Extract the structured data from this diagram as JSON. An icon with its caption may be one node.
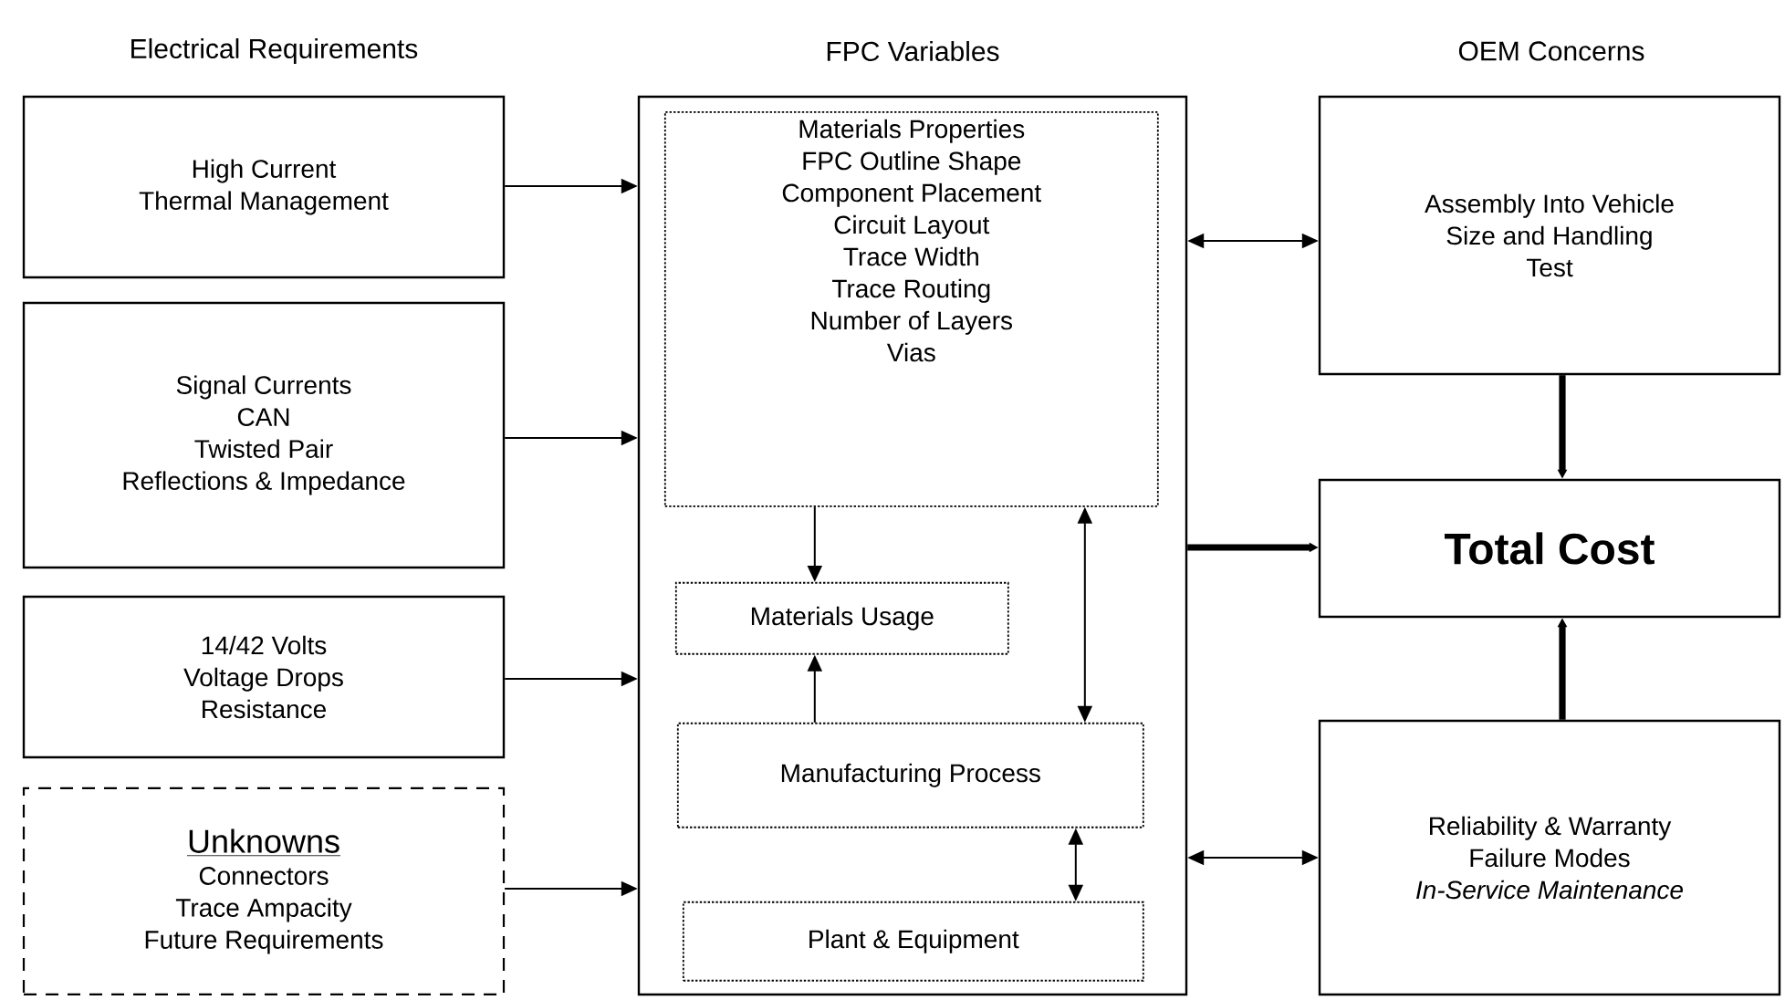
{
  "diagram": {
    "nodes": [
      {
        "text": [
          "High Current",
          "Thermal Management"
        ]
      },
      {
        "text": [
          "Signal Currents",
          "CAN",
          "Twisted Pair",
          "Reflections & Impedance"
        ]
      },
      {
        "text": [
          "14/42 Volts",
          "Voltage Drops",
          "Resistance"
        ]
      },
      {
        "text": [
          "Unknowns",
          "Connectors",
          "Trace Ampacity",
          "Future Requirements"
        ]
      },
      {
        "text": [],
        "shape": "box"
      },
      {
        "text": [
          "Materials Properties",
          "FPC Outline Shape",
          "Component Placement",
          "Circuit Layout",
          "Trace Width",
          "Trace Routing",
          "Number of Layers",
          "Vias"
        ],
        "in": 4
      },
      {
        "text": [
          "Materials Usage"
        ],
        "in": 4
      },
      {
        "text": [
          "Manufacturing Process"
        ],
        "in": 4
      },
      {
        "text": [
          "Plant & Equipment"
        ],
        "in": 4
      },
      {
        "text": [
          "Assembly Into Vehicle",
          "Size and Handling",
          "Test"
        ]
      },
      {
        "text": [
          "Total Cost"
        ]
      },
      {
        "text": [
          "Reliability & Warranty",
          "Failure Modes",
          "In-Service Maintenance"
        ]
      }
    ],
    "edges": [
      {
        "from": 0,
        "to": 4,
        "arrow": "to"
      },
      {
        "from": 1,
        "to": 4,
        "arrow": "to"
      },
      {
        "from": 2,
        "to": 4,
        "arrow": "to"
      },
      {
        "from": 3,
        "to": 4,
        "arrow": "to"
      },
      {
        "from": 5,
        "to": 6,
        "arrow": "to"
      },
      {
        "from": 7,
        "to": 6,
        "arrow": "to"
      },
      {
        "from": 5,
        "to": 7,
        "arrow": "both"
      },
      {
        "from": 7,
        "to": 8,
        "arrow": "both"
      },
      {
        "from": 4,
        "to": 9,
        "arrow": "both"
      },
      {
        "from": 4,
        "to": 10,
        "arrow": "to",
        "style": "thick"
      },
      {
        "from": 9,
        "to": 10,
        "arrow": "to",
        "style": "thick"
      },
      {
        "from": 11,
        "to": 10,
        "arrow": "to",
        "style": "thick"
      },
      {
        "from": 4,
        "to": 11,
        "arrow": "both"
      }
    ],
    "labels": [
      "Electrical Requirements",
      "FPC Variables",
      "OEM Concerns"
    ]
  }
}
